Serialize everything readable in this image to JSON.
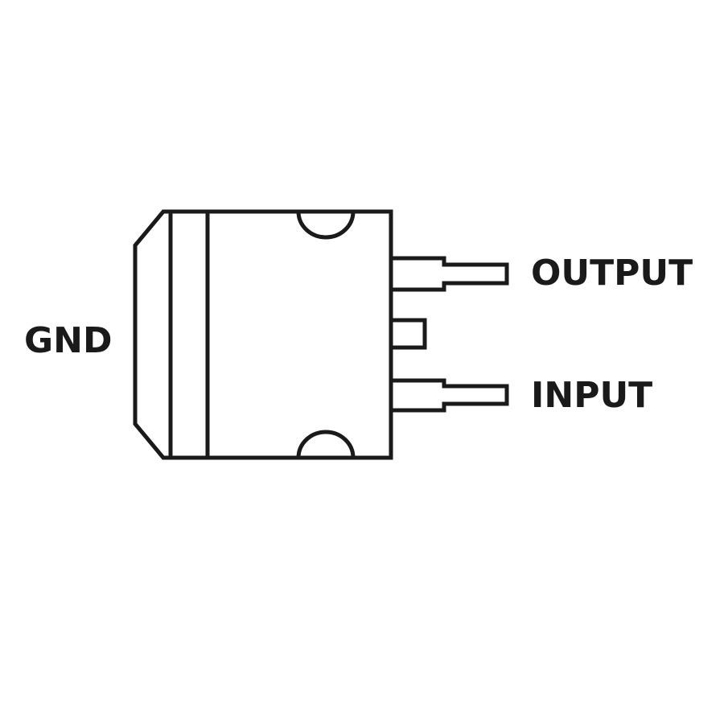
{
  "labels": {
    "gnd": "GND",
    "output": "OUTPUT",
    "input": "INPUT"
  },
  "colors": {
    "stroke": "#1a1a1a",
    "text": "#1a1a1a",
    "background": "#ffffff"
  }
}
